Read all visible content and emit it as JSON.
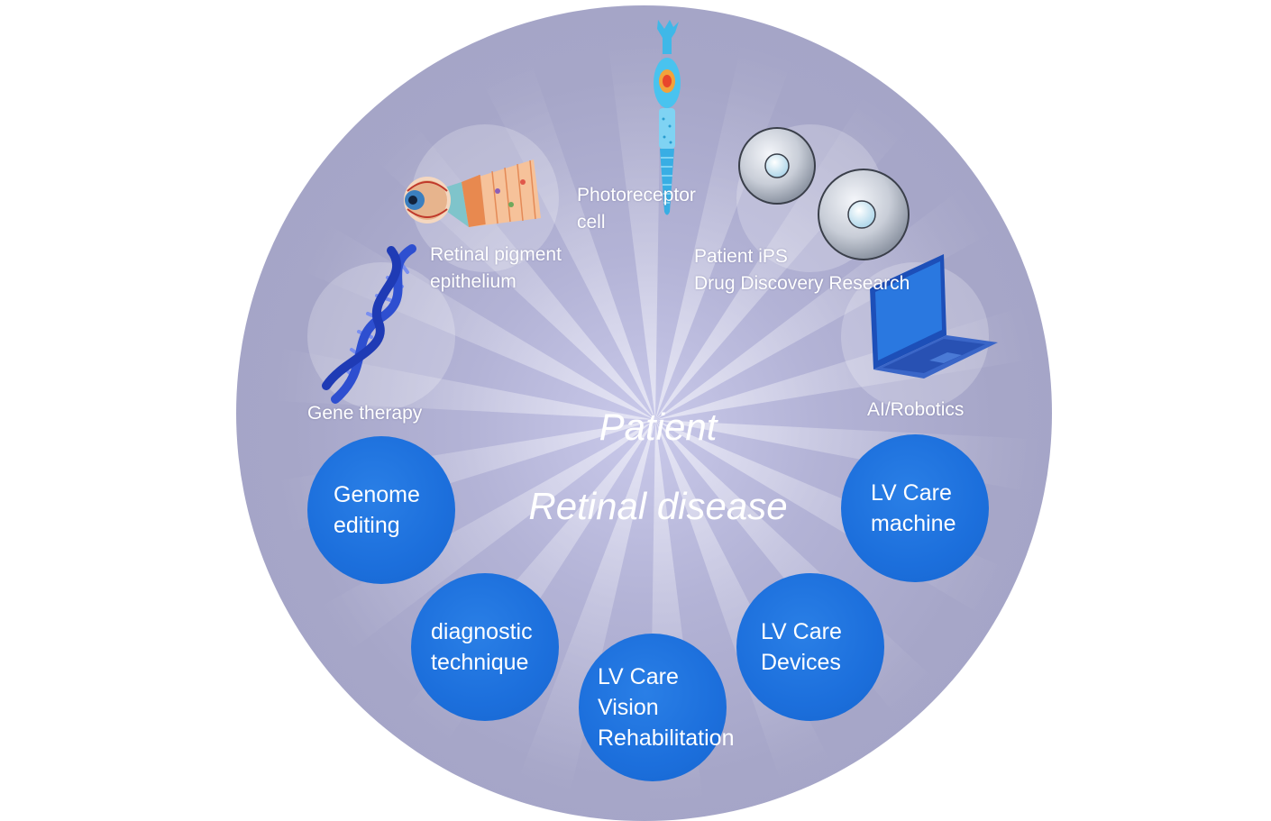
{
  "center": {
    "title_line1": "Patient",
    "title_line2": "Retinal disease"
  },
  "research_labels": {
    "photoreceptor": "Photoreceptor\ncell",
    "rpe": "Retinal pigment\nepithelium",
    "ips": "Patient iPS\nDrug Discovery Research",
    "gene_therapy": "Gene therapy",
    "ai_robotics": "AI/Robotics"
  },
  "nodes": {
    "genome_editing": "Genome\nediting",
    "diagnostic": "diagnostic\ntechnique",
    "vision_rehab": "LV Care\nVision\nRehabilitation",
    "devices": "LV Care\nDevices",
    "machine": "LV Care\nmachine"
  },
  "icons": {
    "photoreceptor": "photoreceptor-cell-icon",
    "rpe": "eye-retina-icon",
    "ips": "ips-cells-icon",
    "dna": "dna-helix-icon",
    "laptop": "laptop-icon"
  },
  "colors": {
    "circle_bg": "#a6a6c8",
    "node_blue": "#1c6fdc",
    "text": "#ffffff"
  }
}
